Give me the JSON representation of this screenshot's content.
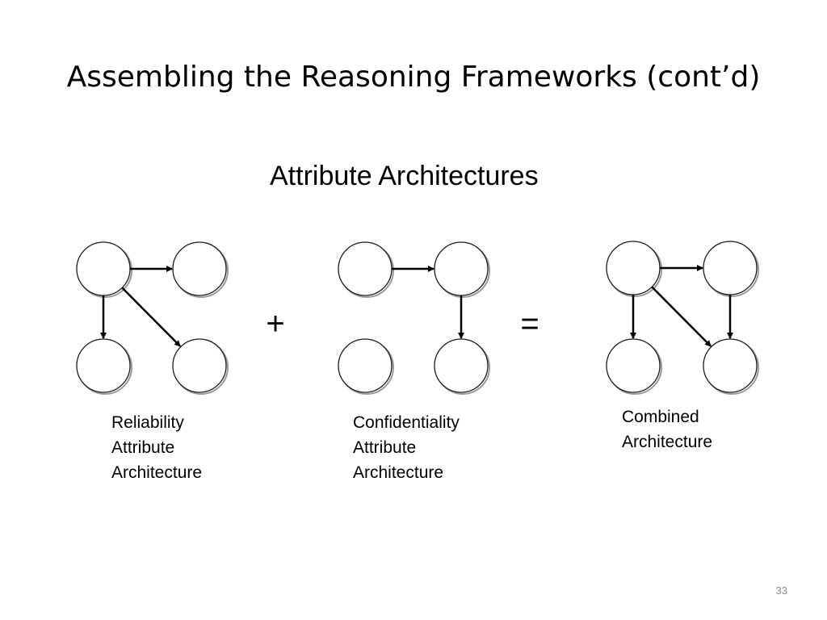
{
  "slide": {
    "title": "Assembling the Reasoning Frameworks (cont’d)",
    "subtitle": "Attribute Architectures",
    "page_number": "33"
  },
  "diagrams": [
    {
      "label": "Reliability\nAttribute\nArchitecture",
      "edges": [
        [
          "top-left",
          "top-right"
        ],
        [
          "top-left",
          "bottom-left"
        ],
        [
          "top-left",
          "bottom-right"
        ]
      ]
    },
    {
      "label": "Confidentiality\nAttribute\nArchitecture",
      "edges": [
        [
          "top-left",
          "top-right"
        ],
        [
          "top-right",
          "bottom-right"
        ]
      ]
    },
    {
      "label": "Combined\nArchitecture",
      "edges": [
        [
          "top-left",
          "top-right"
        ],
        [
          "top-left",
          "bottom-left"
        ],
        [
          "top-left",
          "bottom-right"
        ],
        [
          "top-right",
          "bottom-right"
        ]
      ]
    }
  ],
  "operators": {
    "plus": "+",
    "equals": "="
  },
  "colors": {
    "node_stroke": "#1a1a1a",
    "node_shadow": "#9a9a9a",
    "edge": "#000000",
    "page_number": "#8c8c8c"
  }
}
